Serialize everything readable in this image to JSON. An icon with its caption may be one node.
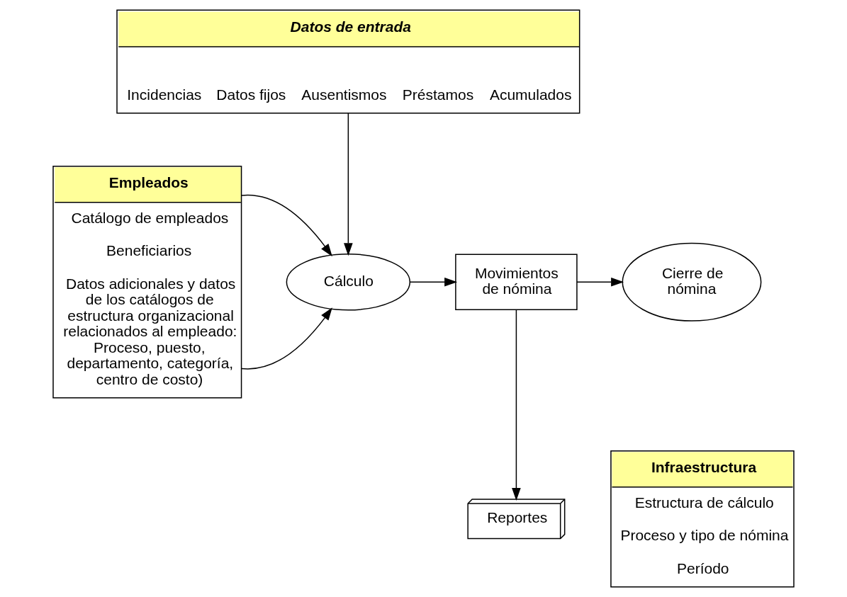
{
  "diagram": {
    "nodes": [
      {
        "text": [
          "Datos de entrada",
          "Incidencias",
          "Datos fijos",
          "Ausentismos",
          "Préstamos",
          "Acumulados"
        ]
      },
      {
        "text": [
          "Empleados",
          "Catálogo de empleados",
          "Beneficiarios",
          "Datos adicionales y datos de los catálogos de estructura organizacional relacionados al empleado: Proceso, puesto, departamento, categoría, centro de costo)"
        ]
      },
      {
        "text": [
          "Cálculo"
        ]
      },
      {
        "text": [
          "Movimientos de nómina"
        ]
      },
      {
        "text": [
          "Cierre de nómina"
        ]
      },
      {
        "text": [
          "Reportes"
        ]
      },
      {
        "text": [
          "Infraestructura",
          "Estructura de cálculo",
          "Proceso y tipo de nómina",
          "Período"
        ]
      }
    ],
    "edges": [
      {
        "from": 0,
        "to": 2,
        "arrow": "to"
      },
      {
        "from": 1,
        "to": 2,
        "arrow": "to"
      },
      {
        "from": 1,
        "to": 2,
        "arrow": "to"
      },
      {
        "from": 2,
        "to": 3,
        "arrow": "to"
      },
      {
        "from": 3,
        "to": 4,
        "arrow": "to"
      },
      {
        "from": 3,
        "to": 5,
        "arrow": "to"
      }
    ]
  }
}
